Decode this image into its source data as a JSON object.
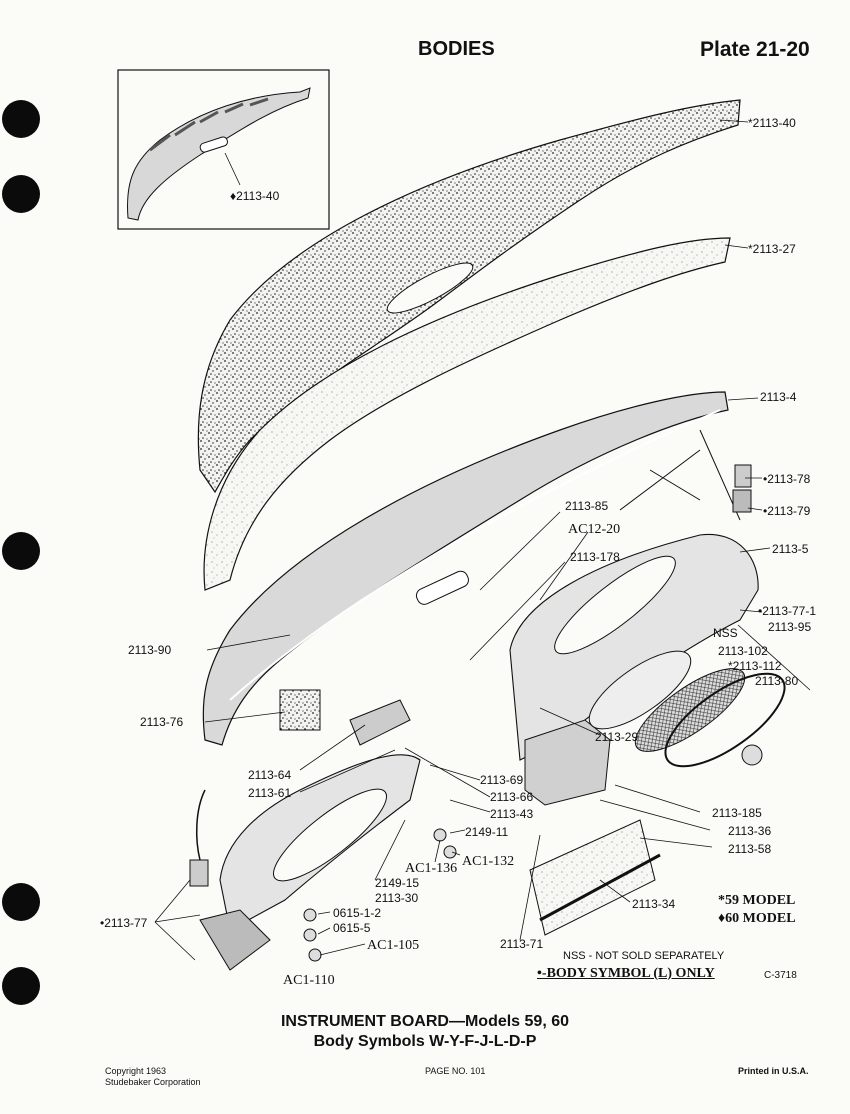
{
  "header": {
    "title": "BODIES",
    "plate": "Plate 21-20"
  },
  "callouts": {
    "inset_part": "♦2113-40",
    "top_pad": "*2113-40",
    "upper_pad": "*2113-27",
    "p2113_4": "2113-4",
    "p2113_78": "•2113-78",
    "p2113_79": "•2113-79",
    "p2113_85": "2113-85",
    "ac12_20": "AC12-20",
    "p2113_178": "2113-178",
    "p2113_5": "2113-5",
    "p2113_77_1": "•2113-77-1",
    "p2113_95": "2113-95",
    "nss": "NSS",
    "p2113_102": "2113-102",
    "p2113_112": "*2113-112",
    "p2113_80": "2113-80",
    "p2113_90": "2113-90",
    "p2113_76": "2113-76",
    "p2113_29": "2113-29",
    "p2113_64": "2113-64",
    "p2113_61": "2113-61",
    "p2113_69": "2113-69",
    "p2113_66": "2113-66",
    "p2113_43": "2113-43",
    "p2149_11": "2149-11",
    "ac1_136": "AC1-136",
    "ac1_132": "AC1-132",
    "p2113_185": "2113-185",
    "p2113_36": "2113-36",
    "p2113_58": "2113-58",
    "p2149_15": "2149-15",
    "p2113_30": "2113-30",
    "p0615_1_2": "0615-1-2",
    "p0615_5": "0615-5",
    "ac1_105": "AC1-105",
    "p2113_77": "•2113-77",
    "ac1_110": "AC1-110",
    "p2113_71": "2113-71",
    "p2113_34": "2113-34"
  },
  "legend": {
    "model59": "*59 MODEL",
    "model60": "♦60 MODEL",
    "nss_note": "NSS - NOT SOLD SEPARATELY",
    "body_note": "•-BODY SYMBOL (L) ONLY",
    "plate_code": "C-3718"
  },
  "caption": {
    "line1": "INSTRUMENT BOARD—Models 59, 60",
    "line2": "Body Symbols W-Y-F-J-L-D-P"
  },
  "footer": {
    "copyright_line1": "Copyright 1963",
    "copyright_line2": "Studebaker Corporation",
    "page": "PAGE NO. 101",
    "printed": "Printed in U.S.A."
  }
}
